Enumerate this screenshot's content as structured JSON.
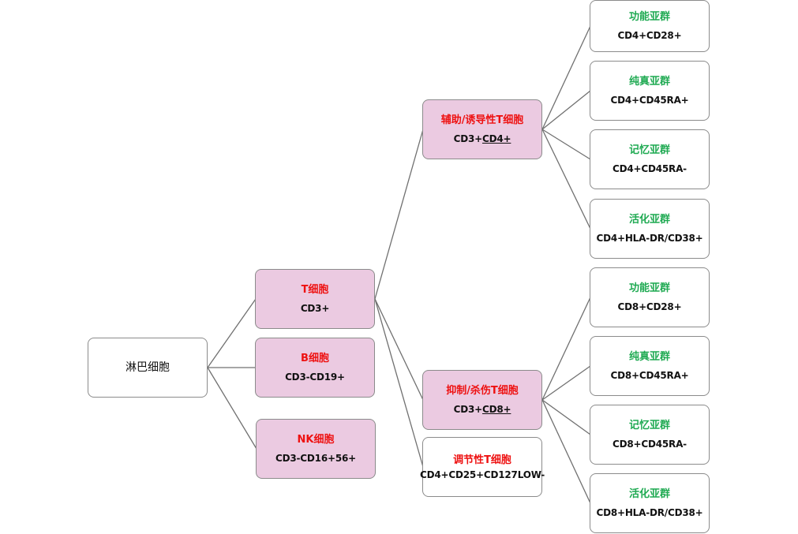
{
  "root": {
    "label": "淋巴细胞"
  },
  "level1": [
    {
      "title": "T细胞",
      "marker": "CD3+"
    },
    {
      "title": "B细胞",
      "marker": "CD3-CD19+"
    },
    {
      "title": "NK细胞",
      "marker": "CD3-CD16+56+"
    }
  ],
  "level2": [
    {
      "title": "辅助/诱导性T细胞",
      "marker_prefix": "CD3+",
      "marker_underlined": "CD4+"
    },
    {
      "title": "抑制/杀伤T细胞",
      "marker_prefix": "CD3+",
      "marker_underlined": "CD8+"
    },
    {
      "title": "调节性T细胞",
      "marker": "CD4+CD25+CD127LOW-"
    }
  ],
  "cd4_subsets": [
    {
      "title": "功能亚群",
      "marker": "CD4+CD28+"
    },
    {
      "title": "纯真亚群",
      "marker": "CD4+CD45RA+"
    },
    {
      "title": "记忆亚群",
      "marker": "CD4+CD45RA-"
    },
    {
      "title": "活化亚群",
      "marker": "CD4+HLA-DR/CD38+"
    }
  ],
  "cd8_subsets": [
    {
      "title": "功能亚群",
      "marker": "CD8+CD28+"
    },
    {
      "title": "纯真亚群",
      "marker": "CD8+CD45RA+"
    },
    {
      "title": "记忆亚群",
      "marker": "CD8+CD45RA-"
    },
    {
      "title": "活化亚群",
      "marker": "CD8+HLA-DR/CD38+"
    }
  ],
  "colors": {
    "category_title": "#ee1111",
    "subset_title": "#1faa52",
    "pink_fill": "#ebcae1",
    "border": "#8b8b8b",
    "connector": "#707070"
  }
}
